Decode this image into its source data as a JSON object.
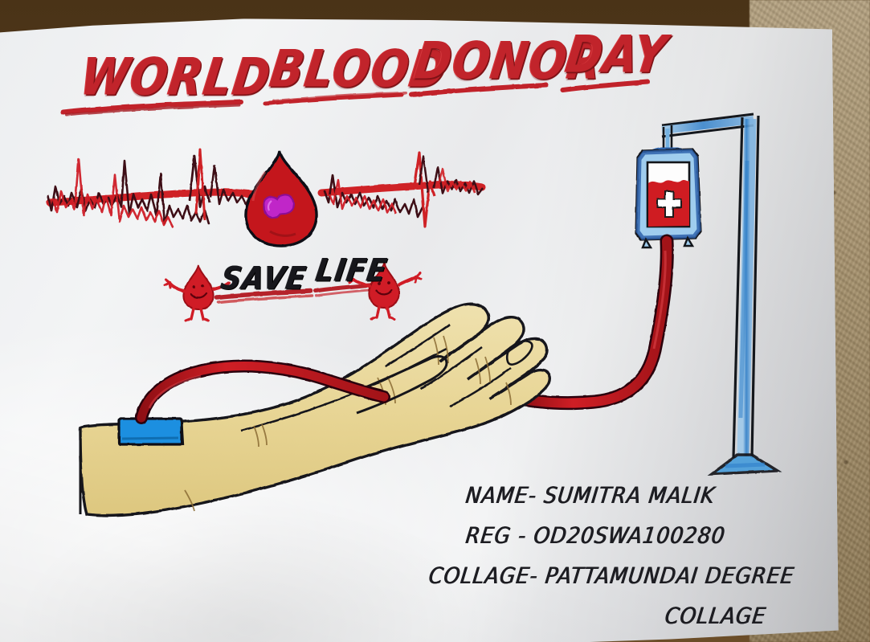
{
  "poster": {
    "medium": "hand-drawn marker poster on white paper",
    "title": {
      "full_text": "WORLD BLOOD DONOR DAY",
      "words": [
        {
          "text": "WORLD",
          "color": "#c1242b"
        },
        {
          "text": "BLOOD",
          "color": "#c1242b"
        },
        {
          "text": "DONOR",
          "color": "#c1242b"
        },
        {
          "text": "DAY",
          "color": "#c1242b"
        }
      ],
      "underline_color": "#c1242b"
    },
    "slogan": {
      "full_text": "SAVE LIFE",
      "words": [
        {
          "text": "SAVE",
          "color": "#17171c"
        },
        {
          "text": "LIFE",
          "color": "#17171c"
        }
      ],
      "underline_color": "#b5232a"
    },
    "ecg": {
      "label": "heartbeat-ecg-line",
      "stroke_red": "#cf2026",
      "stroke_dark": "#3c1012"
    },
    "blood_drop": {
      "label": "blood-drop-with-heart",
      "drop_color": "#c4181f",
      "heart_color": "#c026c8",
      "outline": "#111115"
    },
    "mascots": [
      {
        "label": "blood-drop-mascot-left",
        "color": "#d01f26"
      },
      {
        "label": "blood-drop-mascot-right",
        "color": "#d01f26"
      }
    ],
    "blood_bag": {
      "label": "blood-bag",
      "bag_outline": "#2f63ab",
      "bag_fill_light": "#74b2e2",
      "blood_color": "#cf1c22",
      "cross_color": "#ffffff"
    },
    "iv_stand": {
      "label": "iv-pole-stand",
      "color": "#2f7fc9",
      "outline": "#14171c"
    },
    "tube": {
      "label": "blood-transfusion-tube",
      "color": "#c8181f",
      "outline": "#2a0508"
    },
    "hand": {
      "label": "open-hand-and-forearm",
      "skin_fill": "#e8d79a",
      "outline": "#15151a"
    },
    "needle_patch": {
      "label": "needle-bandage-patch",
      "fill": "#1f8fe0",
      "outline": "#101015"
    },
    "credits": {
      "name_line": "NAME- SUMITRA MALIK",
      "reg_line": "REG - OD20SWA100280",
      "college_line_1": "COLLAGE- PATTAMUNDAI DEGREE",
      "college_line_2": "COLLAGE"
    }
  },
  "background": {
    "desk_color": "#5b4021",
    "mat_color": "#a9946f",
    "paper_color": "#eceef0"
  }
}
